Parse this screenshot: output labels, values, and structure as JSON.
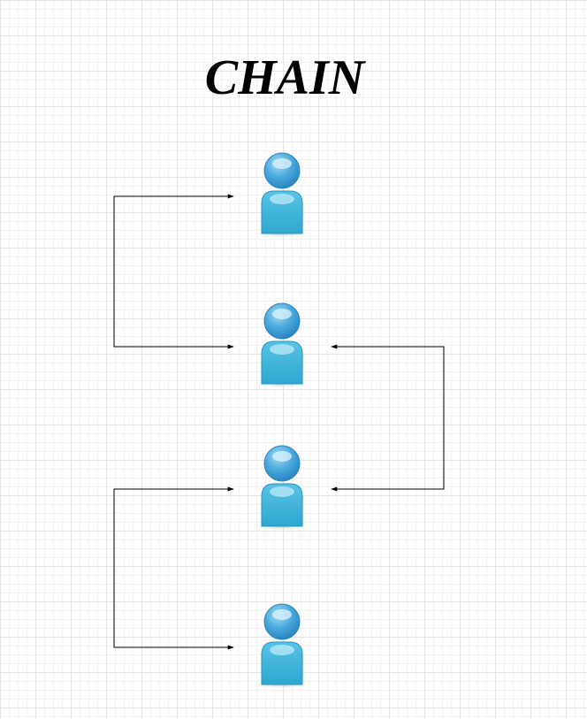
{
  "title": "CHAIN",
  "colors": {
    "person_body": "#3fb2d8",
    "person_head": "#4aa9dc",
    "connector": "#000000",
    "grid_major": "#e6e6e6",
    "grid_minor": "#f3f3f3"
  },
  "nodes": [
    {
      "icon": "person-icon"
    },
    {
      "icon": "person-icon"
    },
    {
      "icon": "person-icon"
    },
    {
      "icon": "person-icon"
    }
  ],
  "edges": [
    {
      "from": 0,
      "to": 1,
      "side": "left"
    },
    {
      "from": 2,
      "to": 1,
      "side": "right"
    },
    {
      "from": 2,
      "to": 3,
      "side": "left"
    }
  ]
}
